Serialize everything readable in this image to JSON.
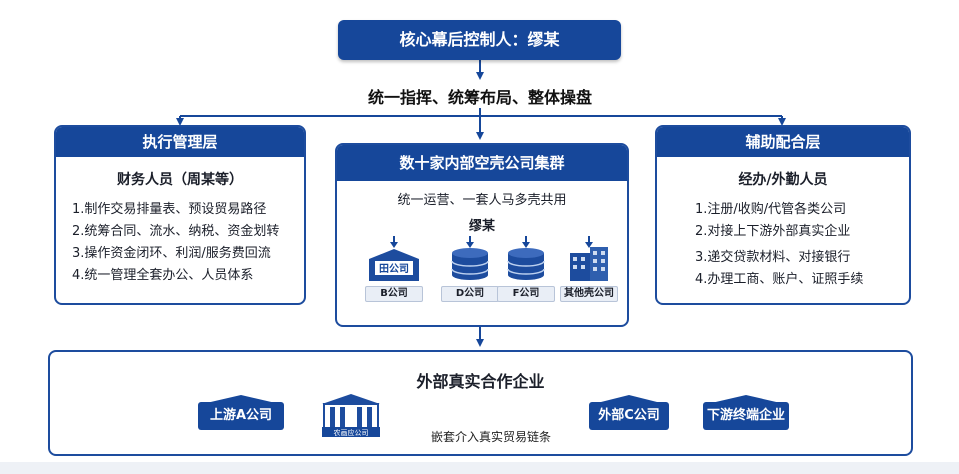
{
  "top": {
    "title": "核心幕后控制人：缪某"
  },
  "slogan": "统一指挥、统筹布局、整体操盘",
  "left_panel": {
    "title": "执行管理层",
    "subtitle": "财务人员（周某等）",
    "items": [
      "1.制作交易排量表、预设贸易路径",
      "2.统筹合同、流水、纳税、资金划转",
      "3.操作资金闭环、利润/服务费回流",
      "4.统一管理全套办公、人员体系"
    ]
  },
  "center_panel": {
    "title": "数十家内部空壳公司集群",
    "line1": "统一运营、一套人马多壳共用",
    "line2": "缪某",
    "companies": [
      {
        "label": "B公司",
        "icon": "building-sign-icon",
        "sign": "田公司"
      },
      {
        "label": "D公司",
        "icon": "database-stack-icon"
      },
      {
        "label": "F公司",
        "icon": "database-stack-icon"
      },
      {
        "label": "其他壳公司",
        "icon": "office-building-icon"
      }
    ]
  },
  "right_panel": {
    "title": "辅助配合层",
    "subtitle": "经办/外勤人员",
    "items": [
      "1.注册/收购/代管各类公司",
      "2.对接上下游外部真实企业",
      "3.递交贷款材料、对接银行",
      "4.办理工商、账户、证照手续"
    ]
  },
  "external": {
    "title": "外部真实合作企业",
    "upstream": "上游A公司",
    "middle_sign": "农画应公司",
    "chain_text": "嵌套介入真实贸易链条",
    "external_c": "外部C公司",
    "downstream": "下游终端企业"
  },
  "colors": {
    "primary": "#16479a",
    "border": "#1d4c9e"
  }
}
